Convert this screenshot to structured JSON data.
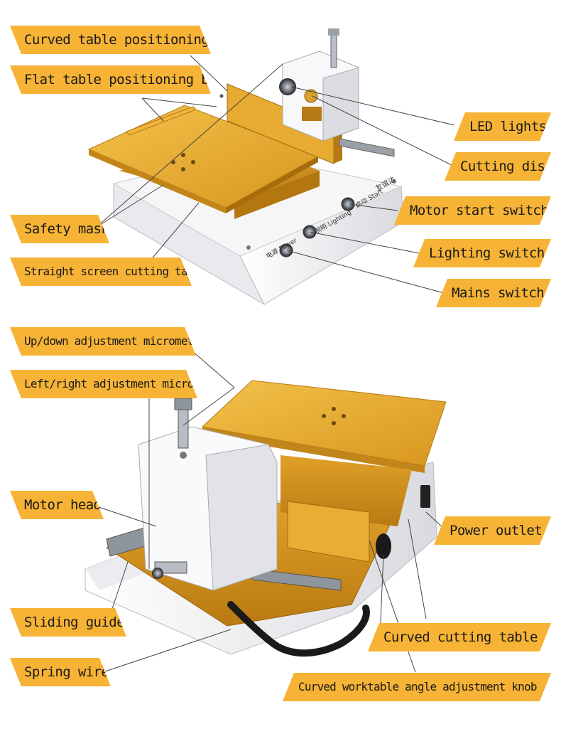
{
  "labels": {
    "curved_table_positioning_bar": "Curved table positioning bar",
    "flat_table_positioning_bar": "Flat table positioning bar",
    "led_lights": "LED lights",
    "cutting_disc": "Cutting disc",
    "motor_start_switch": "Motor start switch",
    "safety_mask": "Safety mask",
    "lighting_switch": "Lighting switch",
    "straight_screen_cutting_table": "Straight screen cutting table",
    "mains_switch": "Mains switch",
    "up_down_adjustment_micrometer": "Up/down adjustment micrometer",
    "left_right_adjustment_micrometer": "Left/right adjustment micrometer",
    "motor_head": "Motor head",
    "power_outlet": "Power outlet",
    "sliding_guide": "Sliding guide",
    "curved_cutting_table": "Curved cutting table",
    "spring_wire": "Spring wire",
    "curved_worktable_angle_adjustment_knob": "Curved worktable angle adjustment knob"
  },
  "panel_text": {
    "power_cn": "电源",
    "power_en": "Power",
    "lighting_cn": "照明",
    "lighting_en": "Lighting",
    "start_cn": "启动",
    "start_en": "Start",
    "brand_cn": "友谊达"
  },
  "colors": {
    "label_fill": "#f6b335",
    "gold": "#e3a52a",
    "body_white": "#f2f2f4"
  }
}
